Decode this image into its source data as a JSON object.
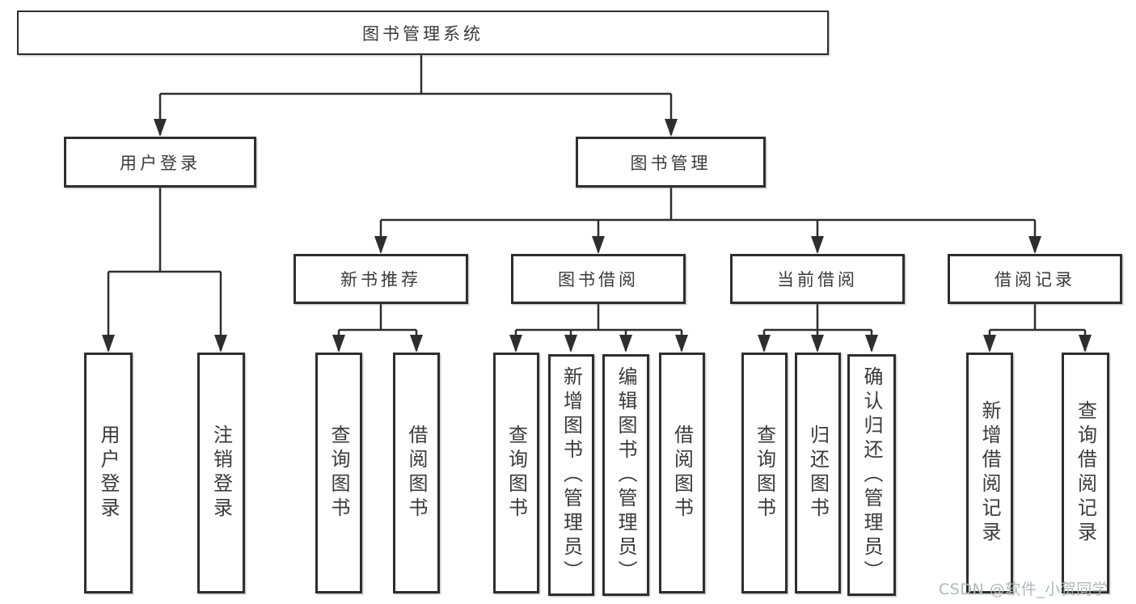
{
  "tree": {
    "root": "图书管理系统",
    "branches": [
      {
        "label": "用户登录",
        "leaves": [
          "用户登录",
          "注销登录"
        ]
      },
      {
        "label": "图书管理",
        "modules": [
          {
            "label": "新书推荐",
            "leaves": [
              "查询图书",
              "借阅图书"
            ]
          },
          {
            "label": "图书借阅",
            "leaves": [
              "查询图书",
              "新增图书（管理员）",
              "编辑图书（管理员）",
              "借阅图书"
            ]
          },
          {
            "label": "当前借阅",
            "leaves": [
              "查询图书",
              "归还图书",
              "确认归还（管理员）"
            ]
          },
          {
            "label": "借阅记录",
            "leaves": [
              "新增借阅记录",
              "查询借阅记录"
            ]
          }
        ]
      }
    ]
  },
  "watermark": {
    "text": "CSDN @软件_小贺同学",
    "color": "#b2b6bb"
  },
  "colors": {
    "line": "#2e2e2e",
    "node_border": "#2e2e2e",
    "node_text": "#3a3a3a",
    "background": "#ffffff"
  }
}
